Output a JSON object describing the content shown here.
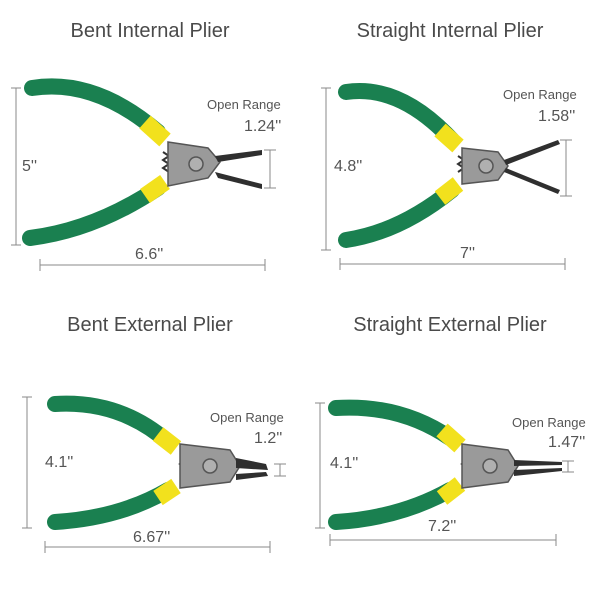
{
  "image": {
    "background": "#ffffff"
  },
  "colors": {
    "handle": "#1a8050",
    "handle_dark": "#0f5a37",
    "grip": "#f2e11d",
    "metal": "#9a9a9a",
    "metal_dark": "#555555",
    "tip": "#2f2f2f",
    "dimension_line": "#8a8a8a",
    "text": "#4a4a4a"
  },
  "panels": [
    {
      "title": "Bent Internal Plier",
      "height": "5''",
      "length": "6.6''",
      "open_label": "Open Range",
      "open_value": "1.24''"
    },
    {
      "title": "Straight Internal Plier",
      "height": "4.8''",
      "length": "7''",
      "open_label": "Open Range",
      "open_value": "1.58''"
    },
    {
      "title": "Bent External Plier",
      "height": "4.1''",
      "length": "6.67''",
      "open_label": "Open Range",
      "open_value": "1.2''"
    },
    {
      "title": "Straight External Plier",
      "height": "4.1''",
      "length": "7.2''",
      "open_label": "Open Range",
      "open_value": "1.47''"
    }
  ]
}
